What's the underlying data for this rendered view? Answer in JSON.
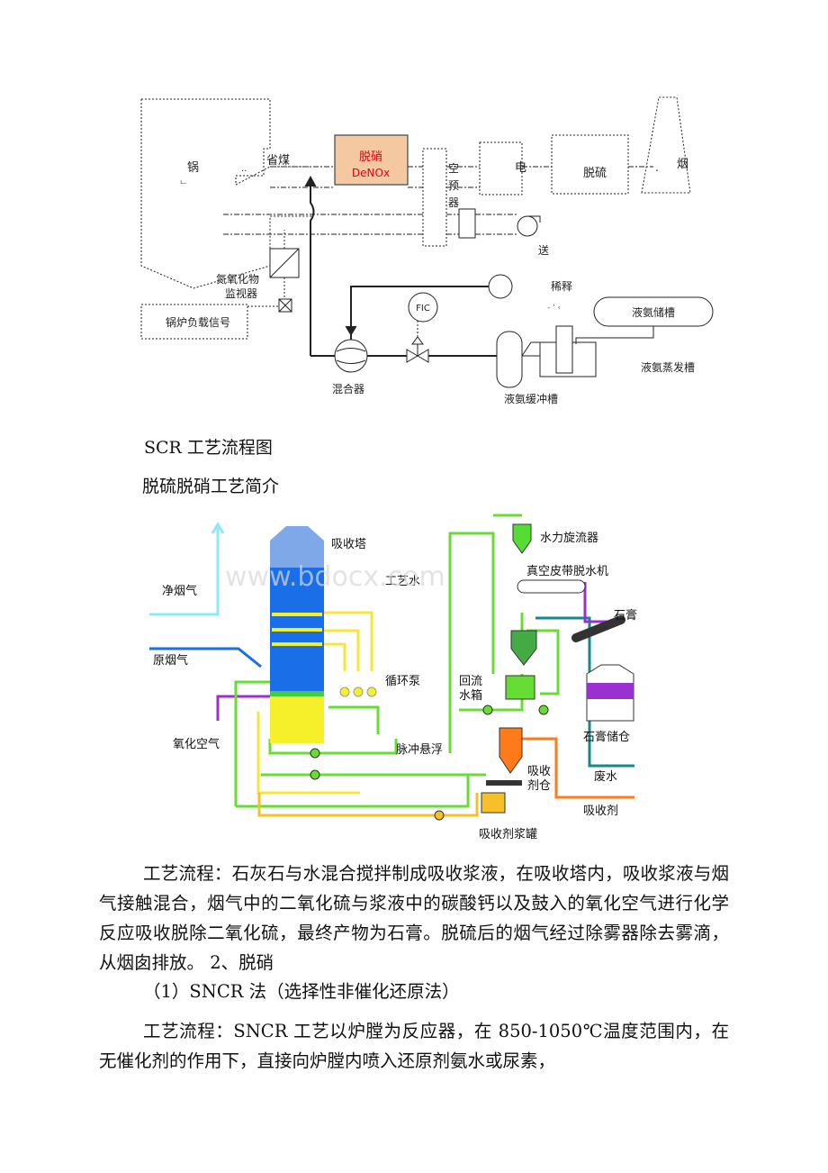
{
  "scr_diagram": {
    "boiler": "锅",
    "boiler_sub": "ட",
    "economizer": "省煤",
    "economizer_mark": "..",
    "denox_cn": "脱硝",
    "denox_en": "DeNOx",
    "air_preheater": [
      "空",
      "预",
      "器"
    ],
    "esp": "电",
    "fgd": "脱硫",
    "stack": "烟",
    "stack_dot": ".",
    "fan": "送",
    "nox_monitor_1": "氮氧化物",
    "nox_monitor_2": "监视器",
    "boiler_load": "锅炉负载信号",
    "fic": "FIC",
    "dilution": "稀释",
    "dilution_sub": "- ' ‹",
    "mixer": "混合器",
    "ammonia_storage": "液氨储槽",
    "ammonia_evaporator": "液氨蒸发槽",
    "ammonia_buffer": "液氨缓冲槽"
  },
  "caption_scr": "SCR 工艺流程图",
  "heading_intro": "脱硫脱硝工艺简介",
  "fgd_diagram": {
    "absorber": "吸收塔",
    "process_water": "工艺水",
    "clean_gas": "净烟气",
    "raw_gas": "原烟气",
    "circ_pump": "循环泵",
    "oxidation_air": "氧化空气",
    "pulse_suspension": "脉冲悬浮",
    "return_tank_1": "回流",
    "return_tank_2": "水箱",
    "hydrocyclone": "水力旋流器",
    "vacuum_belt": "真空皮带脱水机",
    "gypsum": "石膏",
    "gypsum_silo": "石膏储仓",
    "absorbent_silo_1": "吸收",
    "absorbent_silo_2": "剂仓",
    "waste_water": "废水",
    "absorbent": "吸收剂",
    "slurry_tank": "吸收剂浆罐",
    "watermark": "www.bdocx.com"
  },
  "paragraphs": {
    "fgd_process": "工艺流程：石灰石与水混合搅拌制成吸收浆液，在吸收塔内，吸收浆液与烟气接触混合，烟气中的二氧化硫与浆液中的碳酸钙以及鼓入的氧化空气进行化学反应吸收脱除二氧化硫，最终产物为石膏。脱硫后的烟气经过除雾器除去雾滴，从烟囱排放。 2、脱硝",
    "sncr_title": "（1）SNCR 法（选择性非催化还原法）",
    "sncr_process": "工艺流程：SNCR 工艺以炉膛为反应器，在 850-1050℃温度范围内，在无催化剂的作用下，直接向炉膛内喷入还原剂氨水或尿素，"
  },
  "colors": {
    "denox_fill": "#f4c9a2",
    "denox_text": "#e0001a",
    "tower_blue": "#1a6ee8",
    "tower_yellow": "#f5f02a",
    "green_line": "#66dd33",
    "orange_line": "#ff7a1a",
    "cyan_line": "#8ee8f5",
    "purple_line": "#9b30d0",
    "teal_line": "#138a8a"
  }
}
